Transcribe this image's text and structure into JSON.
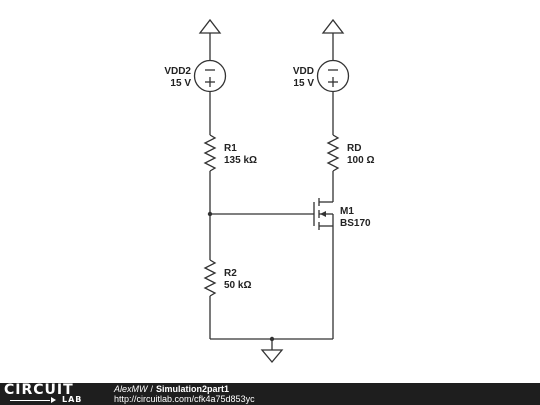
{
  "components": {
    "vdd2": {
      "name": "VDD2",
      "value": "15 V"
    },
    "vdd": {
      "name": "VDD",
      "value": "15 V"
    },
    "r1": {
      "name": "R1",
      "value": "135 kΩ"
    },
    "rd": {
      "name": "RD",
      "value": "100 Ω"
    },
    "m1": {
      "name": "M1",
      "value": "BS170"
    },
    "r2": {
      "name": "R2",
      "value": "50 kΩ"
    }
  },
  "footer": {
    "logo_top": "CIRCUIT",
    "logo_bottom": "LAB",
    "author": "AlexMW",
    "separator": "/",
    "title": "Simulation2part1",
    "url": "http://circuitlab.com/cfk4a75d853yc"
  },
  "colors": {
    "wire": "#333333",
    "footer_bg": "#1e1e1e",
    "footer_text": "#ffffff"
  }
}
